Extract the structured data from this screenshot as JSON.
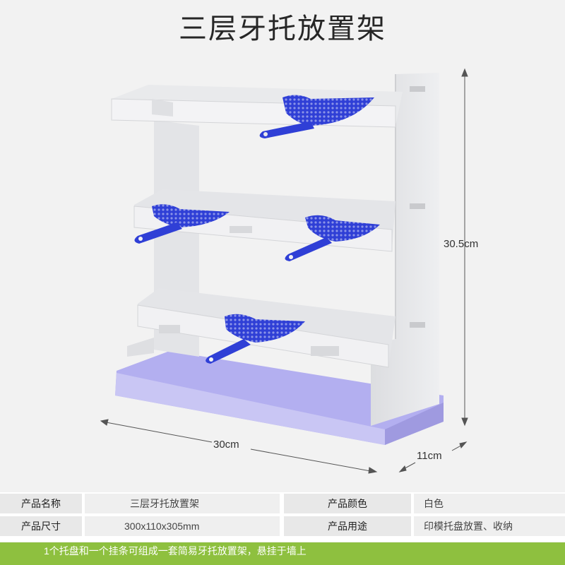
{
  "title": "三层牙托放置架",
  "dimensions": {
    "height": "30.5cm",
    "width": "30cm",
    "depth": "11cm"
  },
  "specs": {
    "name_label": "产品名称",
    "name_value": "三层牙托放置架",
    "color_label": "产品颜色",
    "color_value": "白色",
    "size_label": "产品尺寸",
    "size_value": "300x110x305mm",
    "use_label": "产品用途",
    "use_value": "印模托盘放置、收纳"
  },
  "footer_note": "1个托盘和一个挂条可组成一套简易牙托放置架，悬挂于墙上",
  "colors": {
    "rack": "#e6e7e9",
    "base": "#b7b3ec",
    "tray": "#2f3fd6",
    "footer_bar": "#8ec03f"
  }
}
